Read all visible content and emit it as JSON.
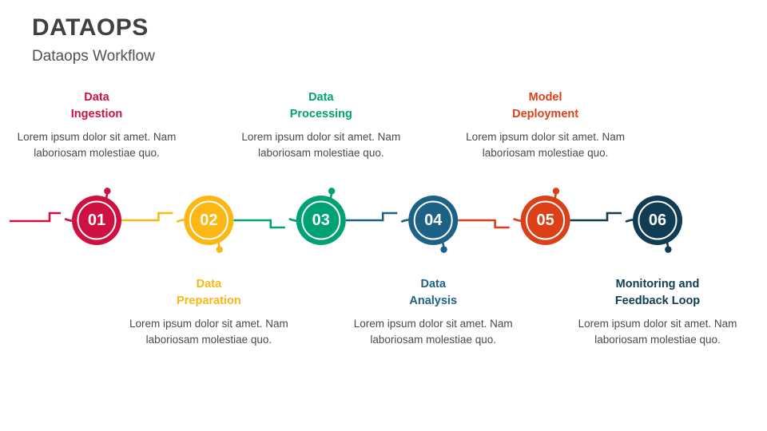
{
  "header": {
    "title": "DATAOPS",
    "subtitle": "Dataops Workflow",
    "title_color": "#404040",
    "subtitle_color": "#515151"
  },
  "diagram": {
    "type": "timeline-process-flow",
    "node_count": 6,
    "incoming_line_color": "#CE1141",
    "steps": [
      {
        "number": "01",
        "heading_line1": "Data",
        "heading_line2": "Ingestion",
        "body": "Lorem ipsum dolor sit amet. Nam laboriosam molestiae quo.",
        "color": "#CE1141",
        "position": "above",
        "arc": "up"
      },
      {
        "number": "02",
        "heading_line1": "Data",
        "heading_line2": "Preparation",
        "body": "Lorem ipsum dolor sit amet. Nam laboriosam molestiae quo.",
        "color": "#FCB713",
        "position": "below",
        "arc": "down"
      },
      {
        "number": "03",
        "heading_line1": "Data",
        "heading_line2": "Processing",
        "body": "Lorem ipsum dolor sit amet. Nam laboriosam molestiae quo.",
        "color": "#00A175",
        "position": "above",
        "arc": "up"
      },
      {
        "number": "04",
        "heading_line1": "Data",
        "heading_line2": "Analysis",
        "body": "Lorem ipsum dolor sit amet. Nam laboriosam molestiae quo.",
        "color": "#1C6286",
        "position": "below",
        "arc": "down"
      },
      {
        "number": "05",
        "heading_line1": "Model",
        "heading_line2": "Deployment",
        "body": "Lorem ipsum dolor sit amet. Nam laboriosam molestiae quo.",
        "color": "#DC4019",
        "position": "above",
        "arc": "up"
      },
      {
        "number": "06",
        "heading_line1": "Monitoring and",
        "heading_line2": "Feedback Loop",
        "body": "Lorem ipsum dolor sit amet. Nam laboriosam molestiae quo.",
        "color": "#103D53",
        "position": "below",
        "arc": "down"
      }
    ]
  }
}
